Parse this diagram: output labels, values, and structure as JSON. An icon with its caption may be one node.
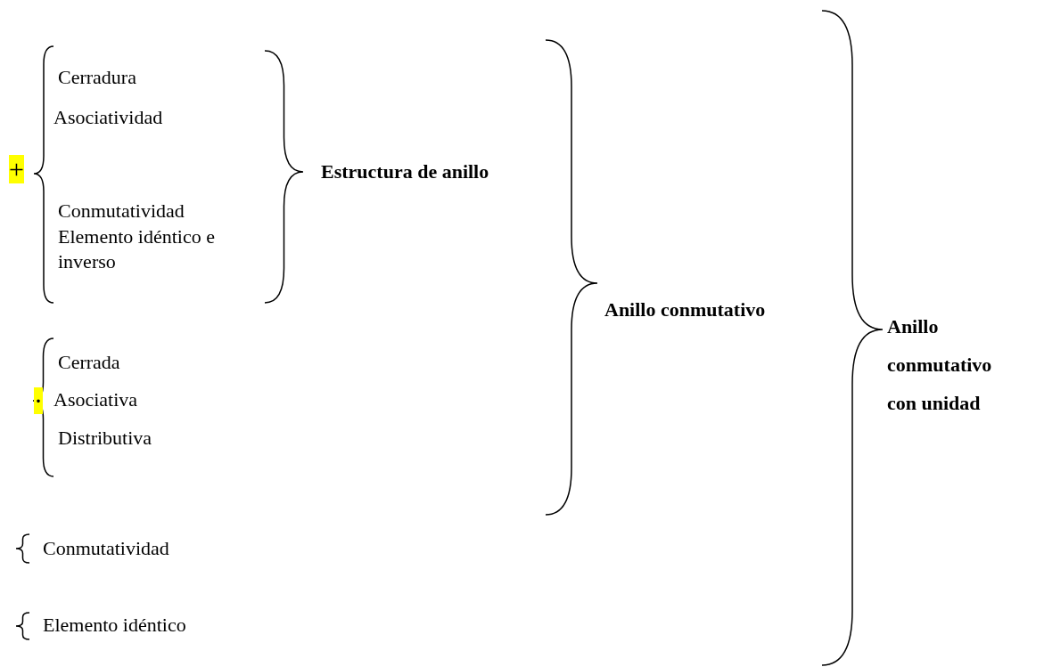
{
  "diagram": {
    "labels": [
      "Cerradura",
      "+",
      "Asociatividad",
      "Estructura de anillo",
      "Conmutatividad",
      "Elemento idéntico e inverso",
      "Anillo conmutativo",
      "Anillo conmutativo con unidad",
      "Cerrada",
      "·",
      "Asociativa",
      "Distributiva",
      "Conmutatividad",
      "Elemento idéntico"
    ]
  }
}
